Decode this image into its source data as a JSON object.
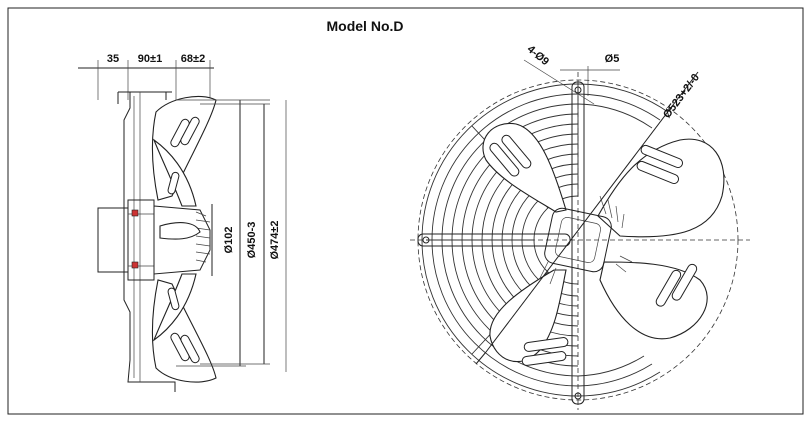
{
  "title": "Model No.D",
  "side_view": {
    "dims_top": [
      "35",
      "90±1",
      "68±2"
    ],
    "dims_vertical": [
      "Ø102",
      "Ø450-3",
      "Ø474±2"
    ]
  },
  "front_view": {
    "hole_label": "4-Ø9",
    "bolt_label": "Ø5",
    "circle_label": "Ø523+2/-0"
  },
  "colors": {
    "line": "#222222",
    "background": "#ffffff"
  }
}
